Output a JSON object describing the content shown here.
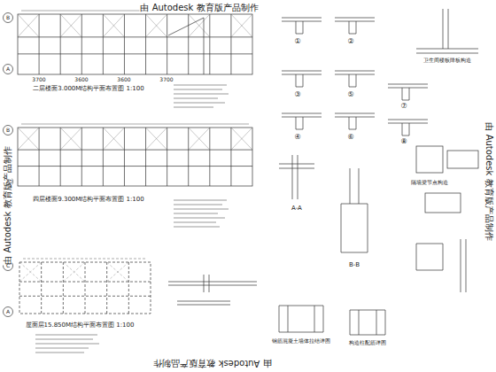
{
  "diagram": {
    "labels": [
      "由 Autodesk 教育版产品制作",
      "由 Autodesk 教育版产品制作",
      "由 Autodesk 教育版产品制作",
      "由 Autodesk 教育版产品制作",
      "二层楼面3.000M结构平面布置图 1:100",
      "四层楼面9.300M结构平面布置图 1:100",
      "屋面层15.850M结构平面布置图 1:100",
      "①",
      "②",
      "③",
      "④",
      "⑤",
      "⑥",
      "⑦",
      "⑧",
      "A-A",
      "B-B",
      "隔墙梁节点构造",
      "卫生间楼板降板构造",
      "钢筋混凝土墙体拉结详图",
      "构造柱配筋详图",
      "B",
      "A",
      "B",
      "A",
      "C",
      "A",
      "3700",
      "3600",
      "3600",
      "3700"
    ]
  }
}
